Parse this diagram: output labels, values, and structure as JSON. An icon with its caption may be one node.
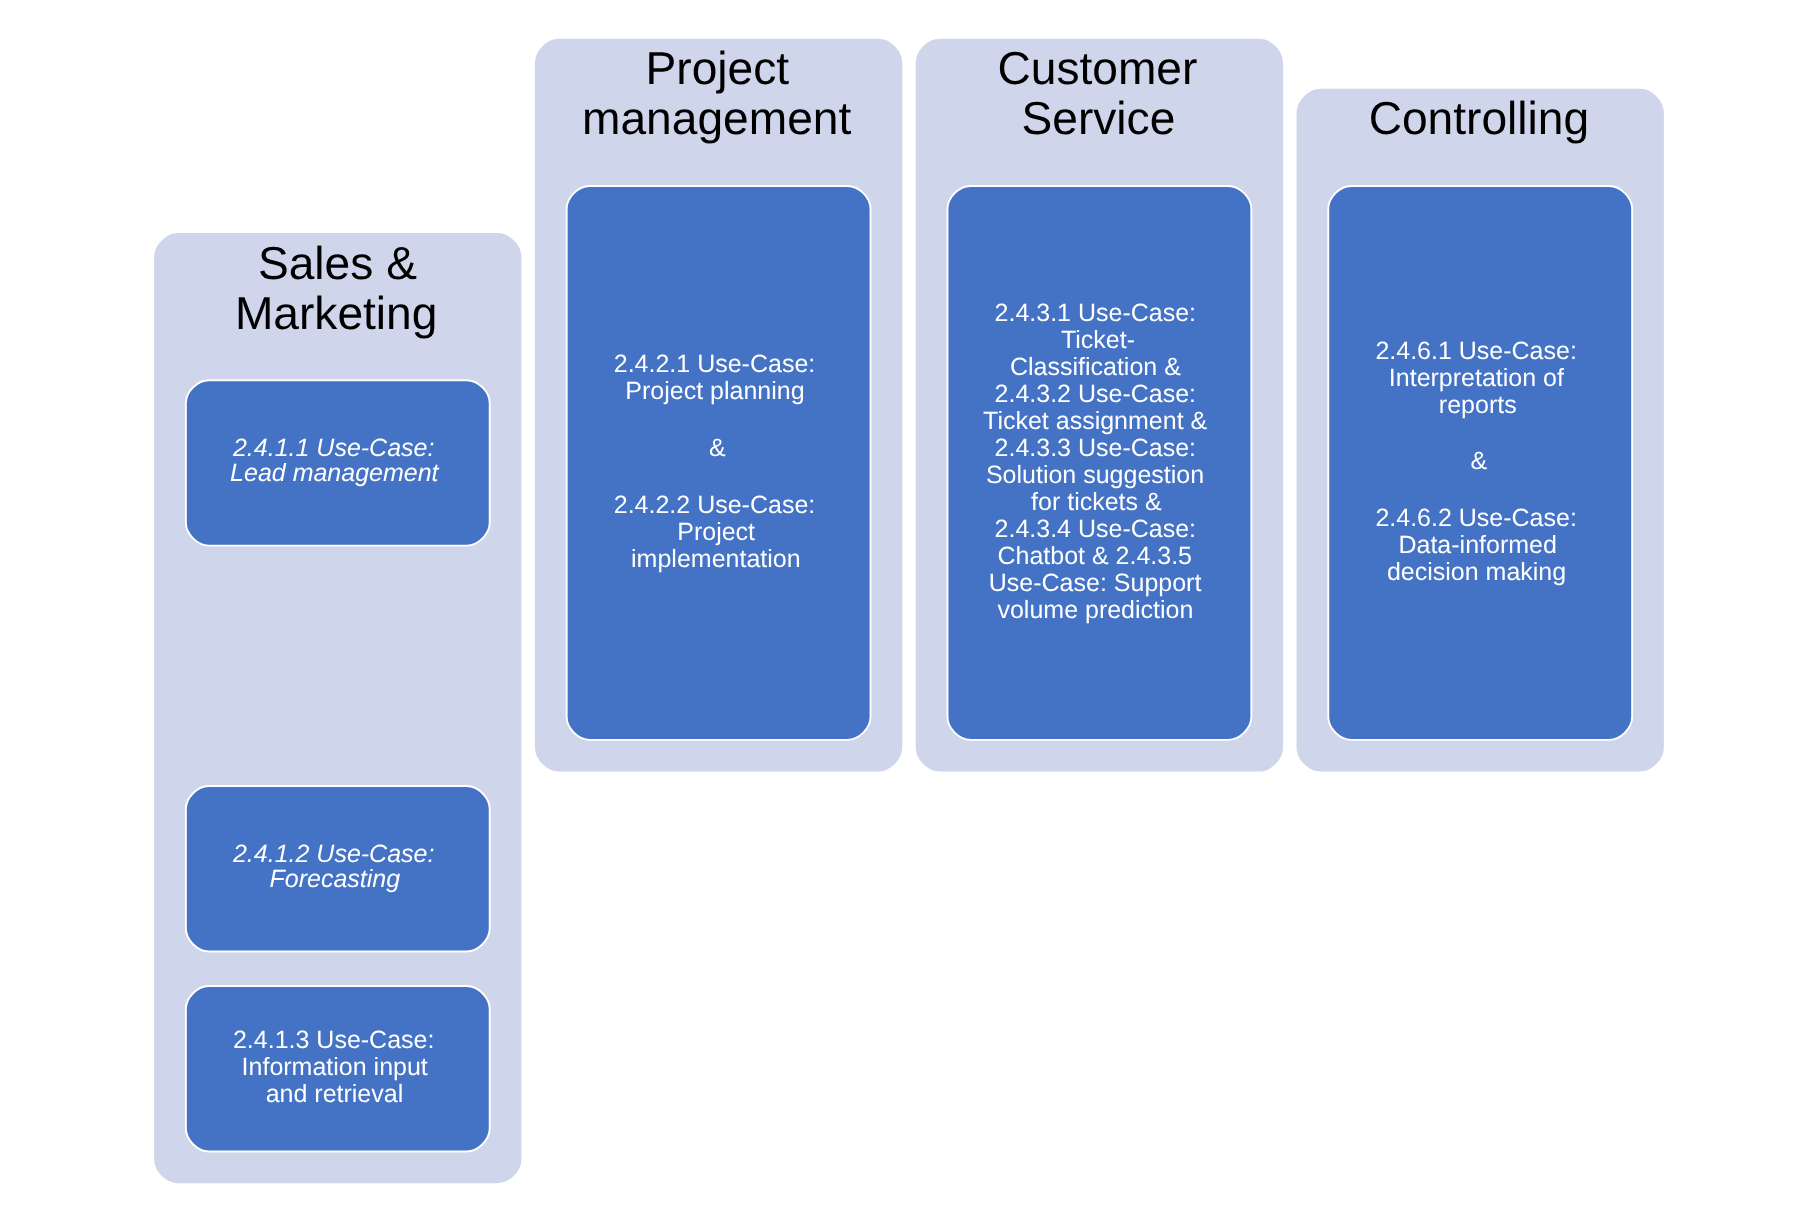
{
  "diagram": {
    "nodes": [
      {
        "text": [
          "Sales & Marketing"
        ]
      },
      {
        "text": [
          "2.4.1.1 Use-Case: Lead management"
        ],
        "in": 0
      },
      {
        "text": [
          "2.4.1.2 Use-Case: Forecasting"
        ],
        "in": 0
      },
      {
        "text": [
          "2.4.1.3 Use-Case: Information input and retrieval"
        ],
        "in": 0
      },
      {
        "text": [
          "Project management"
        ]
      },
      {
        "text": [
          "2.4.2.1 Use-Case: Project planning",
          "&",
          "2.4.2.2 Use-Case: Project implementation"
        ],
        "in": 4
      },
      {
        "text": [
          "Customer Service"
        ]
      },
      {
        "text": [
          "2.4.3.1 Use-Case: Ticket-Classification & 2.4.3.2 Use-Case: Ticket assignment & 2.4.3.3 Use-Case: Solution suggestion for tickets & 2.4.3.4 Use-Case: Chatbot & 2.4.3.5 Use-Case: Support volume prediction"
        ],
        "in": 6
      },
      {
        "text": [
          "Controlling"
        ]
      },
      {
        "text": [
          "2.4.6.1 Use-Case: Interpretation of reports",
          "&",
          "2.4.6.2 Use-Case: Data-informed decision making"
        ],
        "in": 8
      }
    ]
  }
}
